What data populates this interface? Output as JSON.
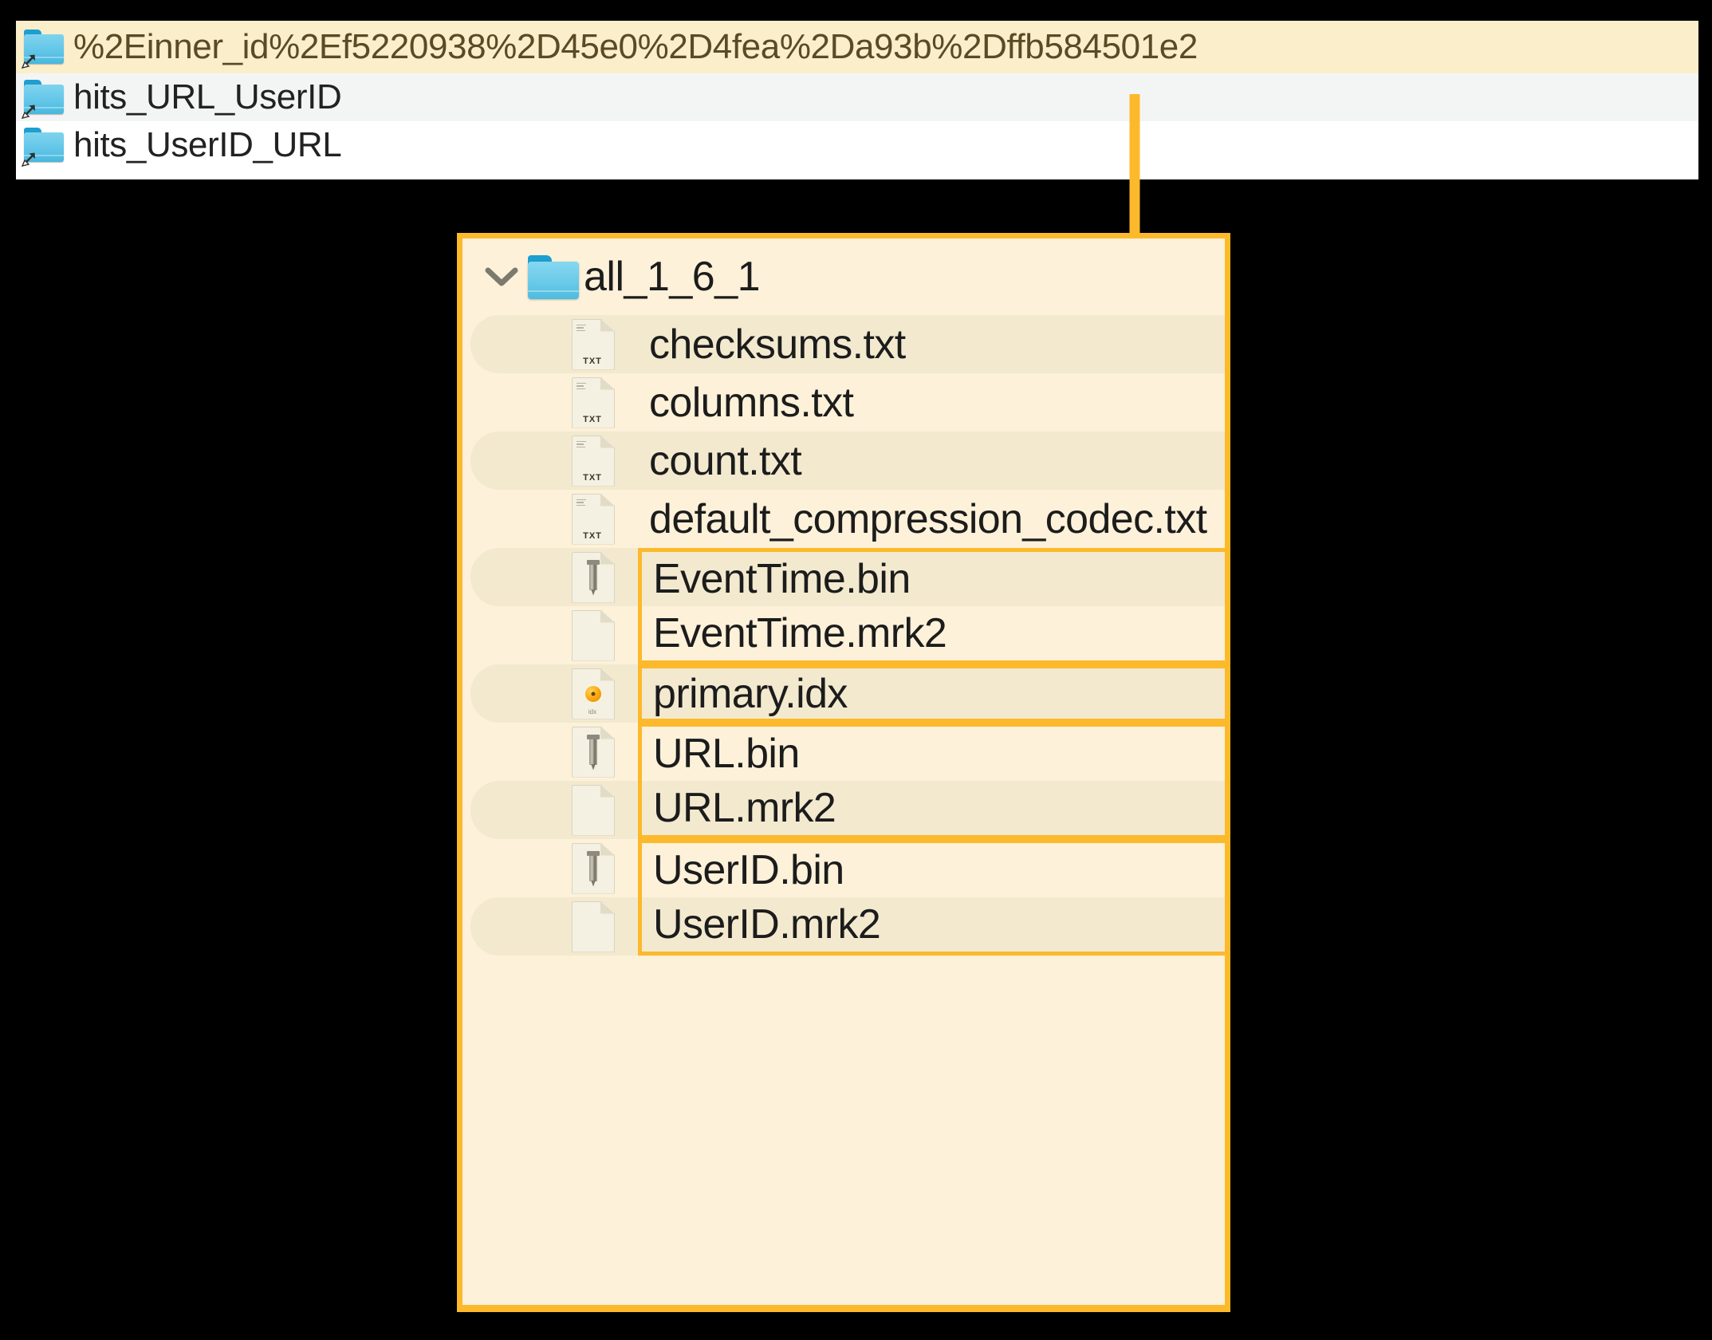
{
  "top_list": {
    "rows": [
      {
        "label": "%2Einner_id%2Ef5220938%2D45e0%2D4fea%2Da93b%2Dffb584501e2",
        "icon": "folder-shortcut-icon",
        "state": "selected"
      },
      {
        "label": "hits_URL_UserID",
        "icon": "folder-shortcut-icon",
        "state": "alt"
      },
      {
        "label": "hits_UserID_URL",
        "icon": "folder-shortcut-icon",
        "state": "normal"
      }
    ]
  },
  "annotation": {
    "arrow": "down-arrow",
    "color": "#fcb92b"
  },
  "detail_panel": {
    "folder": {
      "name": "all_1_6_1",
      "chevron": "chevron-down-icon",
      "icon": "folder-icon",
      "expanded": true
    },
    "files": [
      {
        "name": "checksums.txt",
        "icon": "txt-file-icon",
        "ext": "TXT",
        "stripe": true,
        "highlight": "none"
      },
      {
        "name": "columns.txt",
        "icon": "txt-file-icon",
        "ext": "TXT",
        "stripe": false,
        "highlight": "none"
      },
      {
        "name": "count.txt",
        "icon": "txt-file-icon",
        "ext": "TXT",
        "stripe": true,
        "highlight": "none"
      },
      {
        "name": "default_compression_codec.txt",
        "icon": "txt-file-icon",
        "ext": "TXT",
        "stripe": false,
        "highlight": "none"
      },
      {
        "name": "EventTime.bin",
        "icon": "bin-file-icon",
        "ext": "",
        "stripe": true,
        "highlight": "top"
      },
      {
        "name": "EventTime.mrk2",
        "icon": "mrk-file-icon",
        "ext": "",
        "stripe": false,
        "highlight": "bottom"
      },
      {
        "name": "primary.idx",
        "icon": "idx-file-icon",
        "ext": "idx",
        "stripe": true,
        "highlight": "single"
      },
      {
        "name": "URL.bin",
        "icon": "bin-file-icon",
        "ext": "",
        "stripe": false,
        "highlight": "top"
      },
      {
        "name": "URL.mrk2",
        "icon": "mrk-file-icon",
        "ext": "",
        "stripe": true,
        "highlight": "bottom"
      },
      {
        "name": "UserID.bin",
        "icon": "bin-file-icon",
        "ext": "",
        "stripe": false,
        "highlight": "top"
      },
      {
        "name": "UserID.mrk2",
        "icon": "mrk-file-icon",
        "ext": "",
        "stripe": true,
        "highlight": "bottom"
      }
    ]
  },
  "colors": {
    "highlight_border": "#fcb92b",
    "panel_background": "#fdf1d9",
    "stripe_background": "#f2e9cf",
    "selected_row": "#fbeecb",
    "folder_blue": "#63c6e8",
    "page_background": "#000000"
  }
}
